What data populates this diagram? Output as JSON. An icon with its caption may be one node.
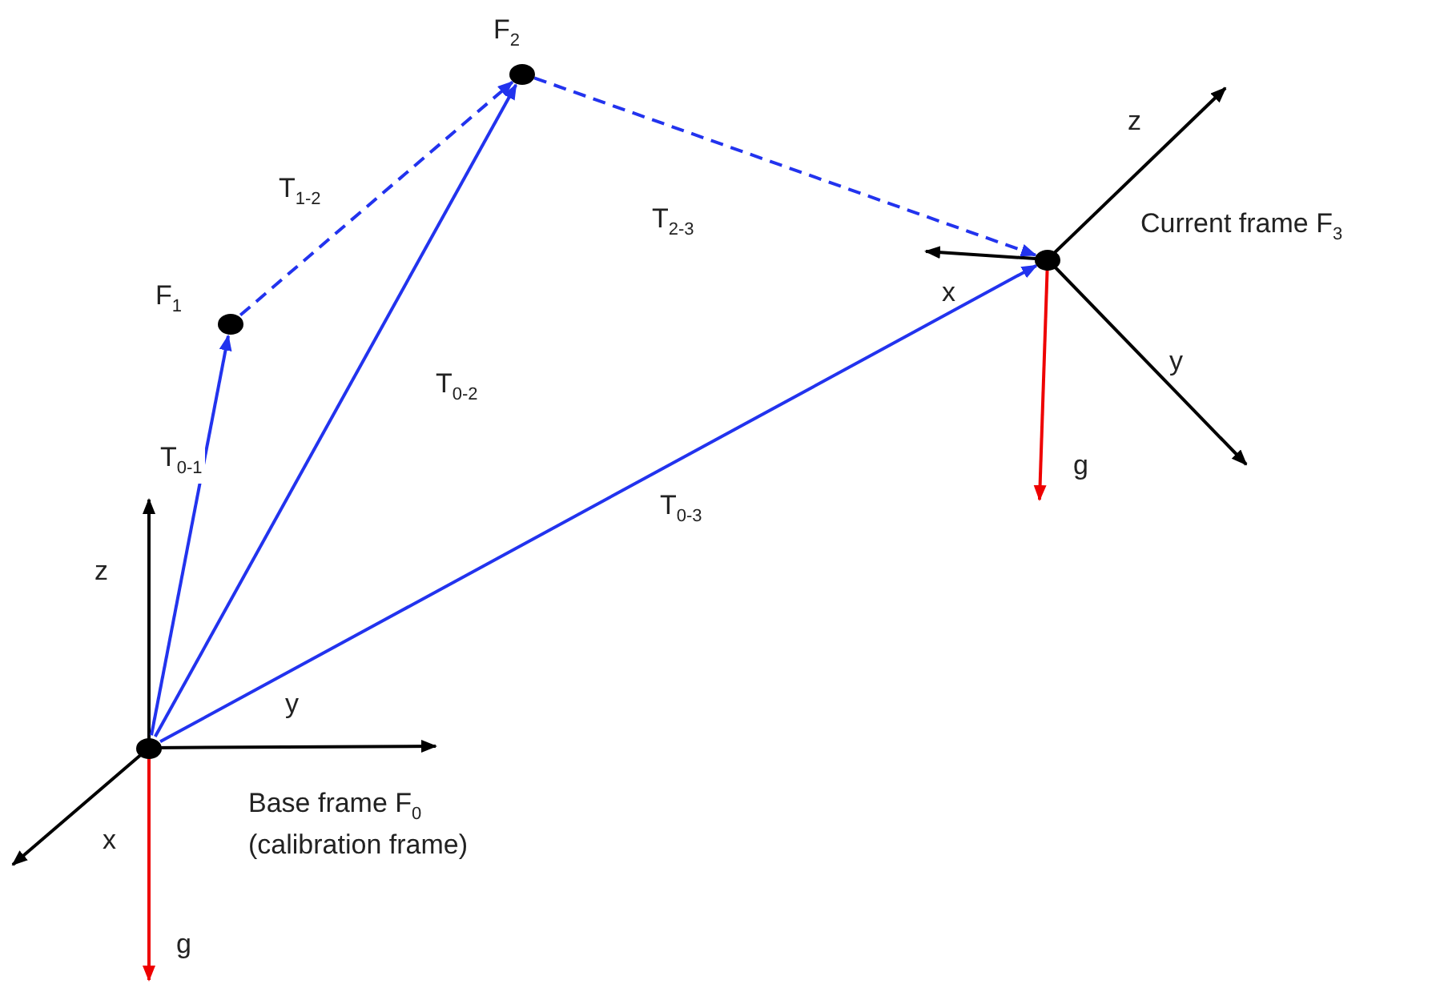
{
  "diagram": {
    "nodes": [
      {
        "text": [],
        "shape": "circle",
        "beside": [
          "Base frame F$_{0}$ (calibration frame)"
        ]
      },
      {
        "text": [],
        "shape": "circle",
        "beside": [
          "F$_{1}$"
        ]
      },
      {
        "text": [],
        "shape": "circle",
        "beside": [
          "F$_{2}$"
        ]
      },
      {
        "text": [],
        "shape": "circle",
        "beside": [
          "Current frame F$_{3}$"
        ]
      }
    ],
    "edges": [
      {
        "from": 0,
        "to": 1,
        "arrow": "to",
        "label": "T$_{0-1}$"
      },
      {
        "from": 0,
        "to": 2,
        "arrow": "to",
        "label": "T$_{0-2}$"
      },
      {
        "from": 0,
        "to": 3,
        "arrow": "to",
        "label": "T$_{0-3}$"
      },
      {
        "from": 1,
        "to": 2,
        "arrow": "to",
        "label": "T$_{1-2}$",
        "style": "dashed"
      },
      {
        "from": 2,
        "to": 3,
        "arrow": "to",
        "label": "T$_{2-3}$",
        "style": "dashed"
      }
    ],
    "labels": [
      "z",
      "x",
      "y",
      "g",
      "z",
      "y",
      "x",
      "g"
    ]
  }
}
